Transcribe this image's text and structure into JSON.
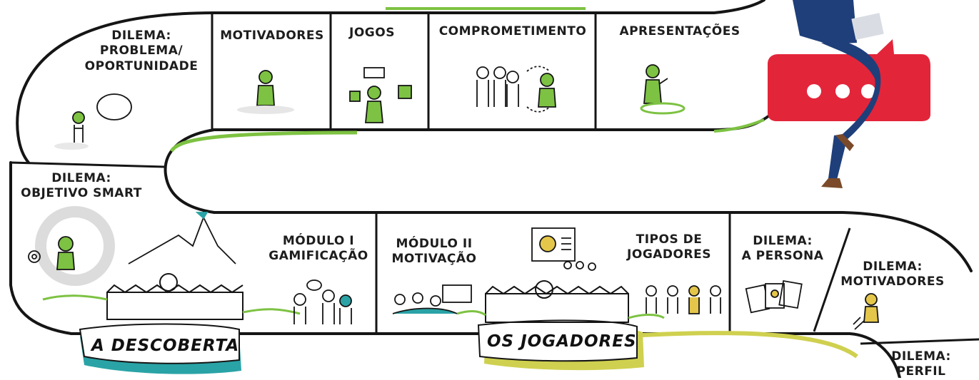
{
  "board": {
    "top_row": [
      {
        "label": "DILEMA:\nPROBLEMA/\nOPORTUNIDADE",
        "icon": "thinking-person-icon"
      },
      {
        "label": "MOTIVADORES",
        "icon": "puzzle-person-icon"
      },
      {
        "label": "JOGOS",
        "icon": "dice-person-icon"
      },
      {
        "label": "COMPROMETIMENTO",
        "icon": "group-cycle-icon"
      },
      {
        "label": "APRESENTAÇÕES",
        "icon": "presenter-icon"
      }
    ],
    "middle_row": [
      {
        "label": "DILEMA:\nOBJETIVO SMART",
        "icon": "target-cycle-icon"
      },
      {
        "label": "MÓDULO I\nGAMIFICAÇÃO",
        "icon": "group-chat-icon"
      },
      {
        "label": "MÓDULO II\nMOTIVAÇÃO",
        "icon": "meeting-icon"
      },
      {
        "label": "TIPOS DE\nJOGADORES",
        "icon": "four-players-icon"
      },
      {
        "label": "DILEMA:\nA PERSONA",
        "icon": "persona-cards-icon"
      },
      {
        "label": "DILEMA:\nMOTIVADORES",
        "icon": "puzzle-person-icon"
      },
      {
        "label": "DILEMA:\nPERFIL",
        "icon": ""
      }
    ],
    "banners": [
      {
        "text": "A DESCOBERTA",
        "color": "#2aa3a6"
      },
      {
        "text": "OS JOGADORES",
        "color": "#c8c94a"
      }
    ]
  },
  "colors": {
    "stroke": "#151515",
    "accent_green": "#7dc242",
    "banner_teal": "#2aa3a6",
    "banner_yellow": "#cfd04f",
    "bubble_red": "#e3253a",
    "suit_blue": "#1f3f7a"
  }
}
